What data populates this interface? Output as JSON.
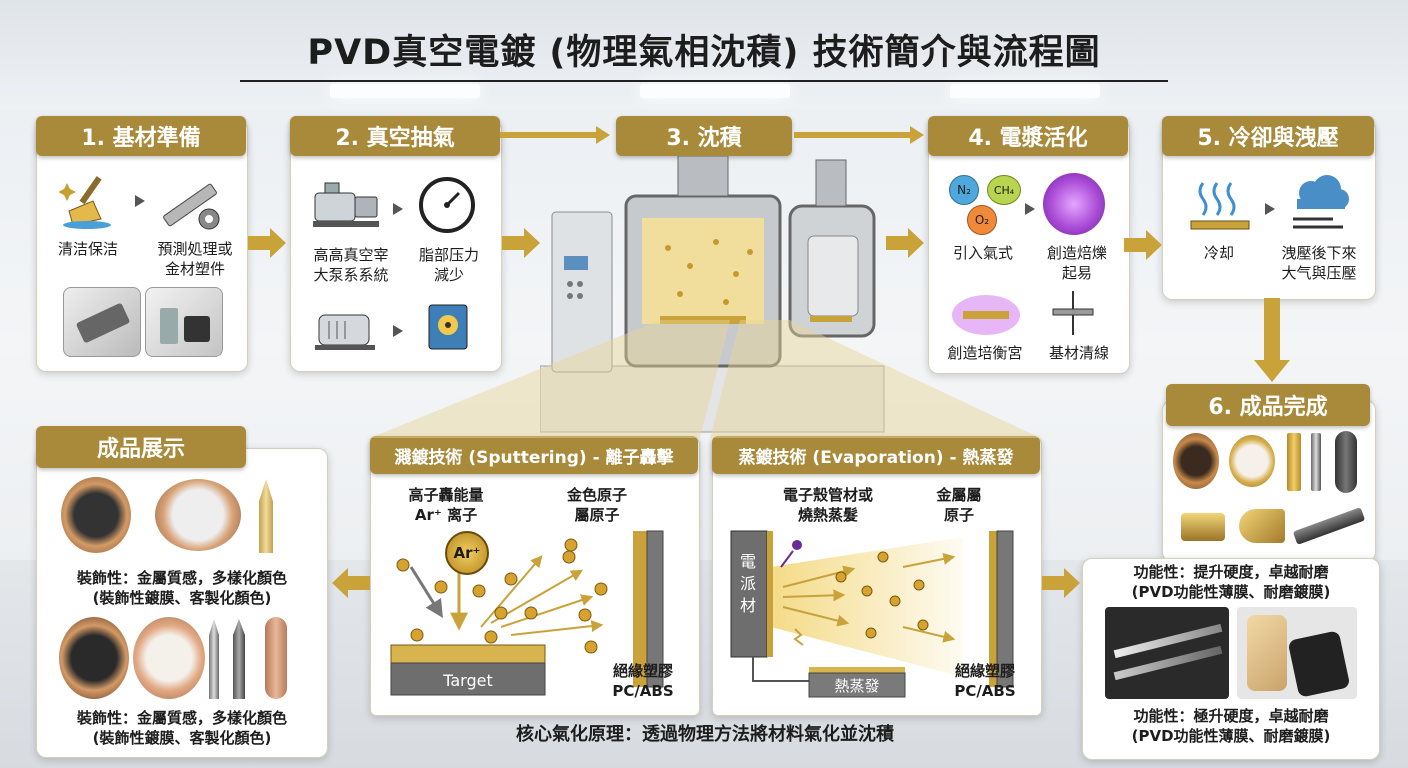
{
  "title": "PVD真空電鍍 (物理氣相沈積) 技術簡介與流程圖",
  "steps": {
    "s1": {
      "header": "1. 基材準備",
      "clean": "清洁保洁",
      "pre_l1": "預測処理或",
      "pre_l2": "金材塑件"
    },
    "s2": {
      "header": "2. 真空抽氣",
      "pump_l1": "高高真空宰",
      "pump_l2": "大泵系系統",
      "gauge_l1": "脂部压力",
      "gauge_l2": "減少"
    },
    "s3": {
      "header": "3. 沈積"
    },
    "s4": {
      "header": "4. 電漿活化",
      "gas_n2": "N₂",
      "gas_ch4": "CH₄",
      "gas_o2": "O₂",
      "intro": "引入氣式",
      "plasma_l1": "創造焙爍",
      "plasma_l2": "起易",
      "create": "創造培衡宮",
      "clean": "基材清線"
    },
    "s5": {
      "header": "5. 冷卻與洩壓",
      "cool": "冷却",
      "vent_l1": "洩壓後下來",
      "vent_l2": "大气與压壓"
    },
    "s6": {
      "header": "6. 成品完成",
      "func1_l1": "功能性：提升硬度，卓越耐磨",
      "func1_l2": "(PVD功能性薄膜、耐磨鍍膜)",
      "func2_l1": "功能性：極升硬度，卓越耐磨",
      "func2_l2": "(PVD功能性薄膜、耐磨鍍膜)"
    }
  },
  "showcase": {
    "header": "成品展示",
    "deco1_l1": "裝飾性：金屬質感，多樣化顏色",
    "deco1_l2": "(裝飾性鍍膜、客製化顏色)",
    "deco2_l1": "裝飾性：金屬質感，多樣化顏色",
    "deco2_l2": "(裝飾性鍍膜、客製化顏色)"
  },
  "sputter": {
    "header": "濺鍍技術 (Sputtering) - 離子轟擊",
    "ion_l1": "高子轟能量",
    "ion_l2": "Ar⁺ 离子",
    "ar": "Ar⁺",
    "atom_l1": "金色原子",
    "atom_l2": "屬原子",
    "target": "Target",
    "sub_l1": "絕緣塑膠",
    "sub_l2": "PC/ABS"
  },
  "evap": {
    "header": "蒸鍍技術 (Evaporation) - 熱蒸發",
    "beam_l1": "電子殼管材或",
    "beam_l2": "燒熱蒸髮",
    "metal_l1": "金屬屬",
    "metal_l2": "原子",
    "source": "電派材",
    "heater": "熱蒸發",
    "sub_l1": "絕緣塑膠",
    "sub_l2": "PC/ABS"
  },
  "core": "核心氣化原理：透過物理方法將材料氣化並沈積",
  "colors": {
    "gold": "#a88a3a",
    "gold_light": "#d8b95c",
    "dark": "#1d1d1d",
    "plasma": "#a94bd6"
  }
}
